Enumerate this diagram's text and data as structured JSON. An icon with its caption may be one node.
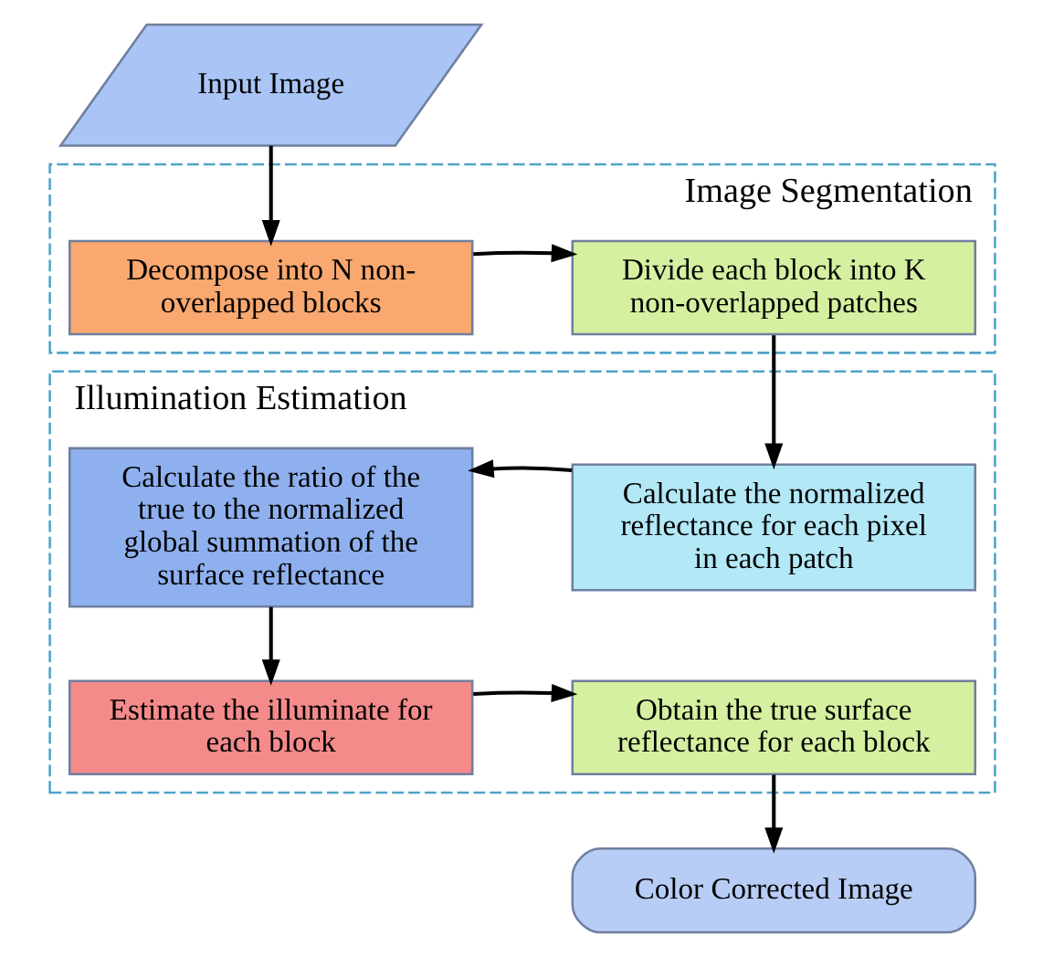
{
  "diagram": {
    "nodes": [
      {
        "text": [
          "Input Image"
        ]
      },
      {
        "text": [
          "Image Segmentation"
        ]
      },
      {
        "text": [
          "Decompose into N non-overlapped blocks"
        ],
        "in": 1
      },
      {
        "text": [
          "Divide each block into K non-overlapped patches"
        ],
        "in": 1
      },
      {
        "text": [
          "Illumination Estimation"
        ]
      },
      {
        "text": [
          "Calculate the ratio of the true to the normalized global summation of the surface reflectance"
        ],
        "in": 4
      },
      {
        "text": [
          "Calculate the normalized reflectance for each pixel in each patch"
        ],
        "in": 4
      },
      {
        "text": [
          "Estimate the illuminate for each block"
        ],
        "in": 4
      },
      {
        "text": [
          "Obtain the true surface reflectance for each block"
        ],
        "in": 4
      },
      {
        "text": [
          "Color Corrected Image"
        ]
      }
    ],
    "edges": [
      {
        "from": 0,
        "to": 2,
        "arrow": "to"
      },
      {
        "from": 2,
        "to": 3,
        "arrow": "to"
      },
      {
        "from": 3,
        "to": 6,
        "arrow": "to"
      },
      {
        "from": 6,
        "to": 5,
        "arrow": "to"
      },
      {
        "from": 5,
        "to": 7,
        "arrow": "to"
      },
      {
        "from": 7,
        "to": 8,
        "arrow": "to"
      },
      {
        "from": 8,
        "to": 9,
        "arrow": "to"
      }
    ]
  }
}
